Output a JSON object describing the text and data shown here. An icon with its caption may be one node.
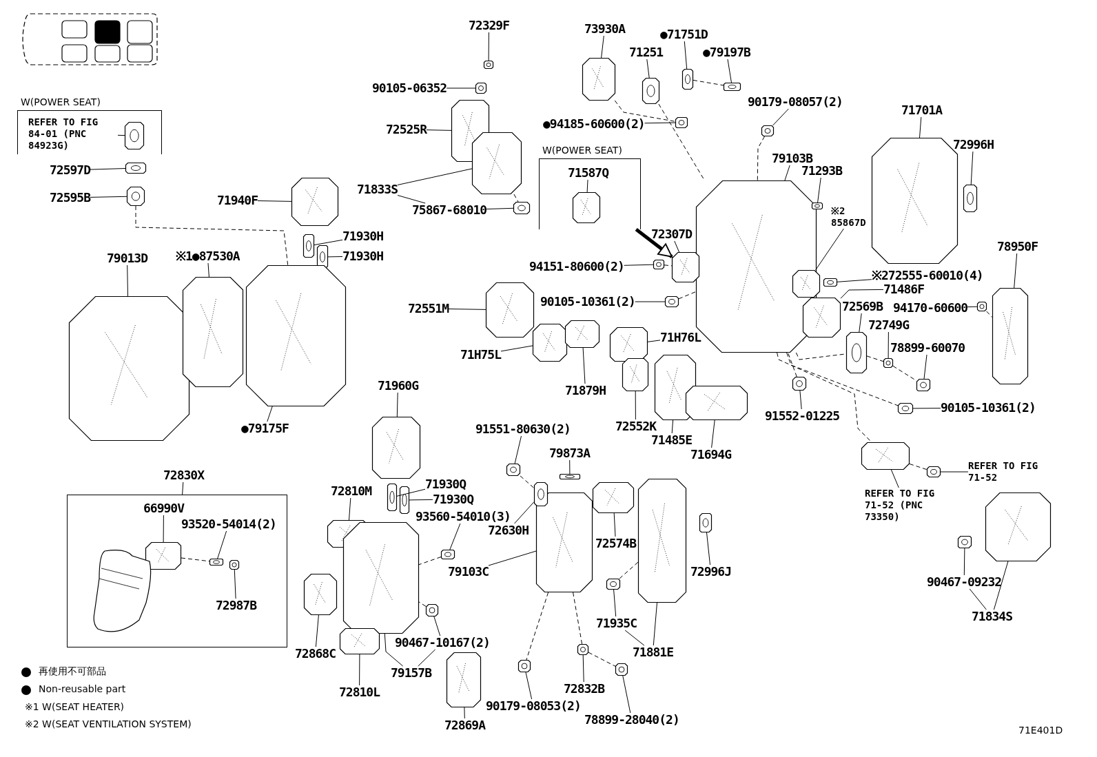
{
  "diagram": {
    "nodes": [
      {
        "text": [
          "W(POWER SEAT)"
        ]
      },
      {
        "text": [
          "REFER TO FIG 84-01 (PNC 84923G)"
        ],
        "in": 0
      },
      {
        "text": [],
        "shape": "picture",
        "in": 0
      },
      {
        "text": [
          "72597D"
        ]
      },
      {
        "text": [],
        "shape": "picture"
      },
      {
        "text": [
          "72595B"
        ]
      },
      {
        "text": [],
        "shape": "picture"
      },
      {
        "text": [
          "71940F"
        ]
      },
      {
        "text": [],
        "shape": "picture"
      },
      {
        "text": [
          "71930H"
        ]
      },
      {
        "text": [],
        "shape": "picture"
      },
      {
        "text": [
          "71930H"
        ]
      },
      {
        "text": [],
        "shape": "picture"
      },
      {
        "text": [
          "79013D"
        ]
      },
      {
        "text": [],
        "shape": "picture"
      },
      {
        "text": [
          "※1●87530A"
        ]
      },
      {
        "text": [],
        "shape": "picture"
      },
      {
        "text": [
          "●79175F"
        ]
      },
      {
        "text": [],
        "shape": "picture"
      },
      {
        "text": [
          "72329F"
        ]
      },
      {
        "text": [],
        "shape": "picture"
      },
      {
        "text": [
          "90105-06352"
        ]
      },
      {
        "text": [],
        "shape": "picture"
      },
      {
        "text": [
          "72525R"
        ]
      },
      {
        "text": [],
        "shape": "picture"
      },
      {
        "text": [
          "71833S"
        ]
      },
      {
        "text": [],
        "shape": "picture"
      },
      {
        "text": [
          "75867-68010"
        ]
      },
      {
        "text": [],
        "shape": "picture"
      },
      {
        "text": [
          "W(POWER SEAT)"
        ]
      },
      {
        "text": [
          "71587Q"
        ],
        "in": 29
      },
      {
        "text": [],
        "shape": "picture",
        "in": 29
      },
      {
        "text": [
          "73930A"
        ]
      },
      {
        "text": [],
        "shape": "picture"
      },
      {
        "text": [
          "71251"
        ]
      },
      {
        "text": [],
        "shape": "picture"
      },
      {
        "text": [
          "●71751D"
        ]
      },
      {
        "text": [],
        "shape": "picture"
      },
      {
        "text": [
          "●79197B"
        ]
      },
      {
        "text": [],
        "shape": "picture"
      },
      {
        "text": [
          "●94185-60600(2)"
        ]
      },
      {
        "text": [],
        "shape": "picture"
      },
      {
        "text": [
          "90179-08057(2)"
        ]
      },
      {
        "text": [],
        "shape": "picture"
      },
      {
        "text": [
          "79103B"
        ]
      },
      {
        "text": [],
        "shape": "picture"
      },
      {
        "text": [
          "71293B"
        ]
      },
      {
        "text": [],
        "shape": "picture"
      },
      {
        "text": [
          "※2 85867D"
        ]
      },
      {
        "text": [],
        "shape": "picture"
      },
      {
        "text": [
          "※272555-60010(4)"
        ]
      },
      {
        "text": [],
        "shape": "picture"
      },
      {
        "text": [
          "71486F"
        ]
      },
      {
        "text": [],
        "shape": "picture"
      },
      {
        "text": [
          "71701A"
        ]
      },
      {
        "text": [],
        "shape": "picture"
      },
      {
        "text": [
          "72996H"
        ]
      },
      {
        "text": [],
        "shape": "picture"
      },
      {
        "text": [
          "78950F"
        ]
      },
      {
        "text": [],
        "shape": "picture"
      },
      {
        "text": [
          "94170-60600"
        ]
      },
      {
        "text": [],
        "shape": "picture"
      },
      {
        "text": [
          "72307D"
        ]
      },
      {
        "text": [],
        "shape": "picture"
      },
      {
        "text": [
          "94151-80600(2)"
        ]
      },
      {
        "text": [],
        "shape": "picture"
      },
      {
        "text": [
          "90105-10361(2)"
        ]
      },
      {
        "text": [],
        "shape": "picture"
      },
      {
        "text": [
          "72551M"
        ]
      },
      {
        "text": [],
        "shape": "picture"
      },
      {
        "text": [
          "71H75L"
        ]
      },
      {
        "text": [],
        "shape": "picture"
      },
      {
        "text": [
          "71879H"
        ]
      },
      {
        "text": [],
        "shape": "picture"
      },
      {
        "text": [
          "71H76L"
        ]
      },
      {
        "text": [],
        "shape": "picture"
      },
      {
        "text": [
          "72552K"
        ]
      },
      {
        "text": [],
        "shape": "picture"
      },
      {
        "text": [
          "71485E"
        ]
      },
      {
        "text": [],
        "shape": "picture"
      },
      {
        "text": [
          "71694G"
        ]
      },
      {
        "text": [],
        "shape": "picture"
      },
      {
        "text": [
          "72569B"
        ]
      },
      {
        "text": [],
        "shape": "picture"
      },
      {
        "text": [
          "72749G"
        ]
      },
      {
        "text": [],
        "shape": "picture"
      },
      {
        "text": [
          "78899-60070"
        ]
      },
      {
        "text": [],
        "shape": "picture"
      },
      {
        "text": [
          "91552-01225"
        ]
      },
      {
        "text": [],
        "shape": "picture"
      },
      {
        "text": [
          "90105-10361(2)"
        ]
      },
      {
        "text": [],
        "shape": "picture"
      },
      {
        "text": [
          "REFER TO FIG 71-52"
        ]
      },
      {
        "text": [],
        "shape": "picture"
      },
      {
        "text": [
          "REFER TO FIG 71-52 (PNC 73350)"
        ]
      },
      {
        "text": [],
        "shape": "picture"
      },
      {
        "text": [
          "71834S"
        ]
      },
      {
        "text": [],
        "shape": "picture"
      },
      {
        "text": [
          "90467-09232"
        ]
      },
      {
        "text": [],
        "shape": "picture"
      },
      {
        "text": [
          "71960G"
        ]
      },
      {
        "text": [],
        "shape": "picture"
      },
      {
        "text": [
          "71930Q"
        ]
      },
      {
        "text": [],
        "shape": "picture"
      },
      {
        "text": [
          "71930Q"
        ]
      },
      {
        "text": [],
        "shape": "picture"
      },
      {
        "text": [
          "72810M"
        ]
      },
      {
        "text": [],
        "shape": "picture"
      },
      {
        "text": [
          "93560-54010(3)"
        ]
      },
      {
        "text": [],
        "shape": "picture"
      },
      {
        "text": [
          "79103C"
        ]
      },
      {
        "text": [],
        "shape": "picture"
      },
      {
        "text": [
          "91551-80630(2)"
        ]
      },
      {
        "text": [],
        "shape": "picture"
      },
      {
        "text": [
          "79873A"
        ]
      },
      {
        "text": [],
        "shape": "picture"
      },
      {
        "text": [
          "72630H"
        ]
      },
      {
        "text": [],
        "shape": "picture"
      },
      {
        "text": [
          "72574B"
        ]
      },
      {
        "text": [],
        "shape": "picture"
      },
      {
        "text": [
          "72996J"
        ]
      },
      {
        "text": [],
        "shape": "picture"
      },
      {
        "text": [
          "71935C"
        ]
      },
      {
        "text": [],
        "shape": "picture"
      },
      {
        "text": [
          "71881E"
        ]
      },
      {
        "text": [],
        "shape": "picture"
      },
      {
        "text": [
          "72832B"
        ]
      },
      {
        "text": [],
        "shape": "picture"
      },
      {
        "text": [
          "78899-28040(2)"
        ]
      },
      {
        "text": [],
        "shape": "picture"
      },
      {
        "text": [
          "90179-08053(2)"
        ]
      },
      {
        "text": [],
        "shape": "picture"
      },
      {
        "text": [
          "72869A"
        ]
      },
      {
        "text": [],
        "shape": "picture"
      },
      {
        "text": [
          "79157B"
        ]
      },
      {
        "text": [],
        "shape": "picture"
      },
      {
        "text": [
          "90467-10167(2)"
        ]
      },
      {
        "text": [],
        "shape": "picture"
      },
      {
        "text": [
          "72868C"
        ]
      },
      {
        "text": [],
        "shape": "picture"
      },
      {
        "text": [
          "72810L"
        ]
      },
      {
        "text": [],
        "shape": "picture"
      },
      {
        "text": [
          "72830X"
        ]
      },
      {
        "text": [],
        "shape": "box"
      },
      {
        "text": [
          "66990V"
        ],
        "in": 143
      },
      {
        "text": [],
        "shape": "picture",
        "in": 143
      },
      {
        "text": [
          "93520-54014(2)"
        ],
        "in": 143
      },
      {
        "text": [],
        "shape": "picture",
        "in": 143
      },
      {
        "text": [
          "72987B"
        ],
        "in": 143
      },
      {
        "text": [],
        "shape": "picture",
        "in": 143
      }
    ],
    "edges": [
      {
        "from": 1,
        "to": 2,
        "arrow": "none"
      },
      {
        "from": 3,
        "to": 4,
        "arrow": "none"
      },
      {
        "from": 5,
        "to": 6,
        "arrow": "none"
      },
      {
        "from": 7,
        "to": 8,
        "arrow": "none"
      },
      {
        "from": 9,
        "to": 10,
        "arrow": "none"
      },
      {
        "from": 11,
        "to": 12,
        "arrow": "none"
      },
      {
        "from": 13,
        "to": 14,
        "arrow": "none"
      },
      {
        "from": 15,
        "to": 16,
        "arrow": "none"
      },
      {
        "from": 17,
        "to": 18,
        "arrow": "none"
      },
      {
        "from": 19,
        "to": 20,
        "arrow": "none"
      },
      {
        "from": 21,
        "to": 22,
        "arrow": "none"
      },
      {
        "from": 23,
        "to": 24,
        "arrow": "none"
      },
      {
        "from": 25,
        "to": 26,
        "arrow": "none"
      },
      {
        "from": 25,
        "to": 27,
        "arrow": "none"
      },
      {
        "from": 27,
        "to": 28,
        "arrow": "none"
      },
      {
        "from": 30,
        "to": 31,
        "arrow": "none"
      },
      {
        "from": 32,
        "to": 33,
        "arrow": "none"
      },
      {
        "from": 34,
        "to": 35,
        "arrow": "none"
      },
      {
        "from": 36,
        "to": 37,
        "arrow": "none"
      },
      {
        "from": 38,
        "to": 39,
        "arrow": "none"
      },
      {
        "from": 40,
        "to": 41,
        "arrow": "none"
      },
      {
        "from": 42,
        "to": 43,
        "arrow": "none"
      },
      {
        "from": 44,
        "to": 45,
        "arrow": "none"
      },
      {
        "from": 46,
        "to": 47,
        "arrow": "none"
      },
      {
        "from": 48,
        "to": 49,
        "arrow": "none"
      },
      {
        "from": 50,
        "to": 51,
        "arrow": "none"
      },
      {
        "from": 52,
        "to": 53,
        "arrow": "none"
      },
      {
        "from": 54,
        "to": 55,
        "arrow": "none"
      },
      {
        "from": 56,
        "to": 57,
        "arrow": "none"
      },
      {
        "from": 58,
        "to": 59,
        "arrow": "none"
      },
      {
        "from": 60,
        "to": 61,
        "arrow": "none"
      },
      {
        "from": 62,
        "to": 63,
        "arrow": "none"
      },
      {
        "from": 64,
        "to": 65,
        "arrow": "none"
      },
      {
        "from": 66,
        "to": 67,
        "arrow": "none"
      },
      {
        "from": 68,
        "to": 69,
        "arrow": "none"
      },
      {
        "from": 70,
        "to": 71,
        "arrow": "none"
      },
      {
        "from": 72,
        "to": 73,
        "arrow": "none"
      },
      {
        "from": 74,
        "to": 75,
        "arrow": "none"
      },
      {
        "from": 76,
        "to": 77,
        "arrow": "none"
      },
      {
        "from": 78,
        "to": 79,
        "arrow": "none"
      },
      {
        "from": 80,
        "to": 81,
        "arrow": "none"
      },
      {
        "from": 82,
        "to": 83,
        "arrow": "none"
      },
      {
        "from": 84,
        "to": 85,
        "arrow": "none"
      },
      {
        "from": 86,
        "to": 87,
        "arrow": "none"
      },
      {
        "from": 88,
        "to": 89,
        "arrow": "none"
      },
      {
        "from": 90,
        "to": 91,
        "arrow": "none"
      },
      {
        "from": 92,
        "to": 93,
        "arrow": "none"
      },
      {
        "from": 94,
        "to": 95,
        "arrow": "none"
      },
      {
        "from": 96,
        "to": 97,
        "arrow": "none"
      },
      {
        "from": 96,
        "to": 98,
        "arrow": "none"
      },
      {
        "from": 98,
        "to": 99,
        "arrow": "none"
      },
      {
        "from": 100,
        "to": 101,
        "arrow": "none"
      },
      {
        "from": 102,
        "to": 103,
        "arrow": "none"
      },
      {
        "from": 104,
        "to": 105,
        "arrow": "none"
      },
      {
        "from": 106,
        "to": 107,
        "arrow": "none"
      },
      {
        "from": 108,
        "to": 109,
        "arrow": "none"
      },
      {
        "from": 110,
        "to": 111,
        "arrow": "none"
      },
      {
        "from": 112,
        "to": 113,
        "arrow": "none"
      },
      {
        "from": 114,
        "to": 115,
        "arrow": "none"
      },
      {
        "from": 116,
        "to": 117,
        "arrow": "none"
      },
      {
        "from": 118,
        "to": 119,
        "arrow": "none"
      },
      {
        "from": 120,
        "to": 121,
        "arrow": "none"
      },
      {
        "from": 122,
        "to": 123,
        "arrow": "none"
      },
      {
        "from": 124,
        "to": 125,
        "arrow": "none"
      },
      {
        "from": 124,
        "to": 122,
        "arrow": "none"
      },
      {
        "from": 126,
        "to": 127,
        "arrow": "none"
      },
      {
        "from": 128,
        "to": 129,
        "arrow": "none"
      },
      {
        "from": 130,
        "to": 131,
        "arrow": "none"
      },
      {
        "from": 132,
        "to": 133,
        "arrow": "none"
      },
      {
        "from": 134,
        "to": 135,
        "arrow": "none"
      },
      {
        "from": 134,
        "to": 136,
        "arrow": "none"
      },
      {
        "from": 136,
        "to": 137,
        "arrow": "none"
      },
      {
        "from": 138,
        "to": 139,
        "arrow": "none"
      },
      {
        "from": 140,
        "to": 141,
        "arrow": "none"
      },
      {
        "from": 142,
        "to": 143,
        "arrow": "none"
      },
      {
        "from": 144,
        "to": 145,
        "arrow": "none"
      },
      {
        "from": 146,
        "to": 147,
        "arrow": "none"
      },
      {
        "from": 148,
        "to": 149,
        "arrow": "none"
      },
      {
        "from": 29,
        "to": 63,
        "arrow": "to",
        "style": "thick"
      },
      {
        "from": 6,
        "to": 18,
        "arrow": "none",
        "style": "dashed"
      },
      {
        "from": 33,
        "to": 41,
        "arrow": "none",
        "style": "dashed"
      },
      {
        "from": 35,
        "to": 45,
        "arrow": "none",
        "style": "dashed"
      },
      {
        "from": 37,
        "to": 39,
        "arrow": "none",
        "style": "dashed"
      },
      {
        "from": 43,
        "to": 45,
        "arrow": "none",
        "style": "dashed"
      },
      {
        "from": 26,
        "to": 28,
        "arrow": "none",
        "style": "dashed"
      },
      {
        "from": 65,
        "to": 63,
        "arrow": "none",
        "style": "dashed"
      },
      {
        "from": 67,
        "to": 45,
        "arrow": "none",
        "style": "dashed"
      },
      {
        "from": 89,
        "to": 45,
        "arrow": "none",
        "style": "dashed"
      },
      {
        "from": 45,
        "to": 83,
        "arrow": "none",
        "style": "dashed"
      },
      {
        "from": 45,
        "to": 91,
        "arrow": "none",
        "style": "dashed"
      },
      {
        "from": 45,
        "to": 95,
        "arrow": "none",
        "style": "dashed"
      },
      {
        "from": 83,
        "to": 85,
        "arrow": "none",
        "style": "dashed"
      },
      {
        "from": 85,
        "to": 87,
        "arrow": "none",
        "style": "dashed"
      },
      {
        "from": 61,
        "to": 59,
        "arrow": "none",
        "style": "dashed"
      },
      {
        "from": 95,
        "to": 93,
        "arrow": "none",
        "style": "dashed"
      },
      {
        "from": 113,
        "to": 117,
        "arrow": "none",
        "style": "dashed"
      },
      {
        "from": 109,
        "to": 135,
        "arrow": "none",
        "style": "dashed"
      },
      {
        "from": 137,
        "to": 135,
        "arrow": "none",
        "style": "dashed"
      },
      {
        "from": 111,
        "to": 131,
        "arrow": "none",
        "style": "dashed"
      },
      {
        "from": 111,
        "to": 127,
        "arrow": "none",
        "style": "dashed"
      },
      {
        "from": 127,
        "to": 129,
        "arrow": "none",
        "style": "dashed"
      },
      {
        "from": 123,
        "to": 125,
        "arrow": "none",
        "style": "dashed"
      },
      {
        "from": 145,
        "to": 147,
        "arrow": "none",
        "style": "dashed"
      }
    ],
    "labels": [
      "※1 W(SEAT HEATER)",
      "※2 W(SEAT VENTILATION SYSTEM)",
      "71E401D"
    ],
    "legend": [
      {
        "text": "再使用不可部品"
      },
      {
        "text": "Non-reusable part"
      }
    ]
  }
}
